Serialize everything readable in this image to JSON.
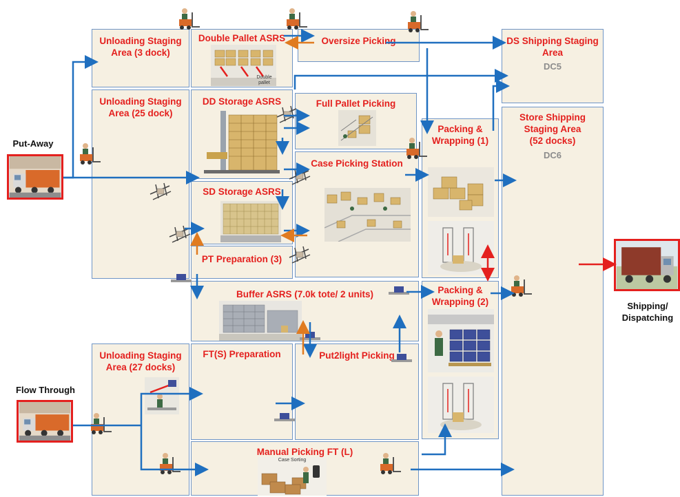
{
  "colors": {
    "flow": "#1f6fbf",
    "return_flow": "#e07b20",
    "highlight": "#e4201e",
    "zone_fill": "#f6f0e2",
    "zone_border": "#6f95c6",
    "dc_code": "#8c8c8c"
  },
  "inputs": {
    "put_away": {
      "label": "Put-Away"
    },
    "flow_through": {
      "label": "Flow Through"
    }
  },
  "output": {
    "label": "Shipping/\nDispatching"
  },
  "zones": {
    "unloading_3": {
      "title": "Unloading Staging\nArea (3 dock)"
    },
    "double_pallet_asrs": {
      "title": "Double Pallet ASRS",
      "caption": "Double pallet\nPicking Area"
    },
    "oversize_picking": {
      "title": "Oversize Picking"
    },
    "ds_shipping": {
      "title": "DS Shipping Staging\nArea",
      "code": "DC5"
    },
    "unloading_25": {
      "title": "Unloading Staging\nArea (25 dock)"
    },
    "dd_storage_asrs": {
      "title": "DD Storage ASRS"
    },
    "full_pallet_picking": {
      "title": "Full Pallet Picking"
    },
    "store_shipping": {
      "title": "Store Shipping\nStaging Area\n(52 docks)",
      "code": "DC6"
    },
    "case_picking_station": {
      "title": "Case Picking Station"
    },
    "packing_wrapping_1": {
      "title": "Packing &\nWrapping (1)"
    },
    "sd_storage_asrs": {
      "title": "SD Storage ASRS"
    },
    "pt_preparation": {
      "title": "PT Preparation (3)"
    },
    "buffer_asrs": {
      "title": "Buffer ASRS  (7.0k tote/ 2 units)"
    },
    "packing_wrapping_2": {
      "title": "Packing &\nWrapping (2)"
    },
    "unloading_27": {
      "title": "Unloading Staging\nArea (27 docks)"
    },
    "fts_preparation": {
      "title": "FT(S) Preparation"
    },
    "put2light_picking": {
      "title": "Put2light Picking"
    },
    "manual_picking": {
      "title": "Manual Picking  FT (L)",
      "caption": "Case Sorting"
    }
  },
  "icons": {
    "forklift": "forklift-icon",
    "conveyor_stacker": "conveyor-stacker-icon",
    "tote": "tote-icon",
    "truck": "truck-icon",
    "operator": "operator-icon"
  }
}
